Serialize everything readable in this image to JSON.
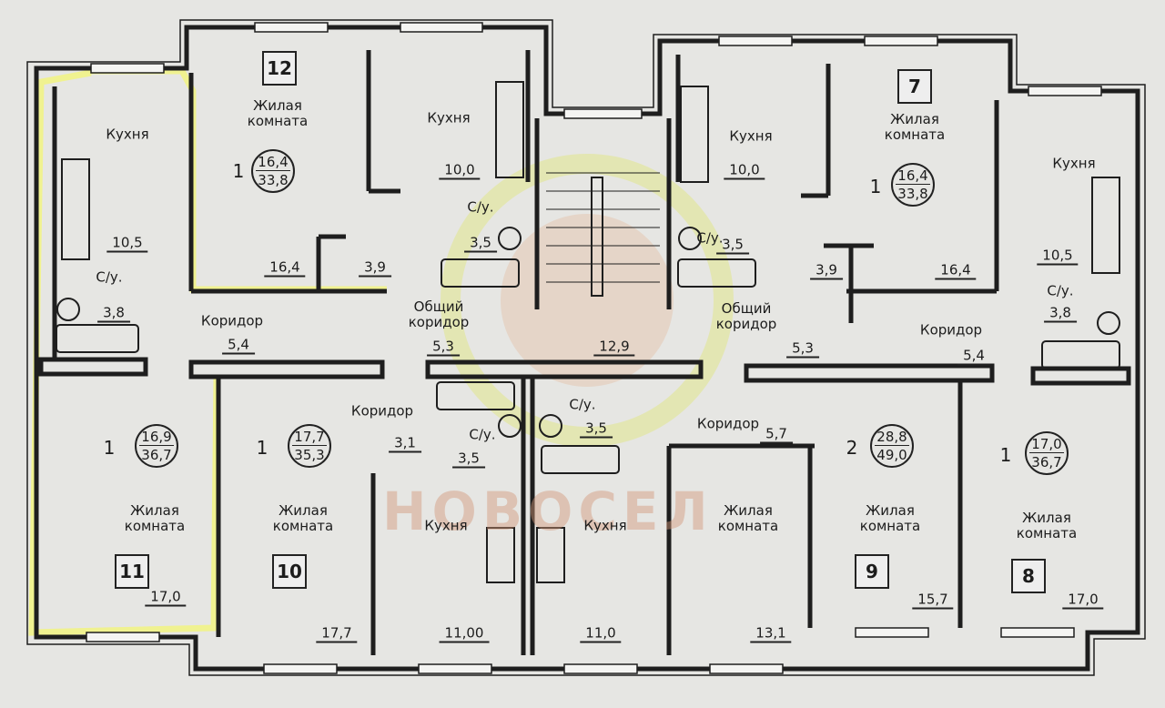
{
  "apartments": [
    {
      "number": "12",
      "rooms": "1",
      "living": "16,4",
      "total": "33,8"
    },
    {
      "number": "11",
      "rooms": "1",
      "living": "16,9",
      "total": "36,7"
    },
    {
      "number": "10",
      "rooms": "1",
      "living": "17,7",
      "total": "35,3"
    },
    {
      "number": "7",
      "rooms": "1",
      "living": "16,4",
      "total": "33,8"
    },
    {
      "number": "9",
      "rooms": "2",
      "living": "28,8",
      "total": "49,0"
    },
    {
      "number": "8",
      "rooms": "1",
      "living": "17,0",
      "total": "36,7"
    }
  ],
  "labels": {
    "kitchen": "Кухня",
    "living_1": "Жилая",
    "living_2": "комната",
    "corridor": "Коридор",
    "bath": "С/у.",
    "common_1": "Общий",
    "common_2": "коридор"
  },
  "areas": {
    "a12_kitchen": "10,0",
    "a12_living": "16,4",
    "a12_corridor": "3,9",
    "a12_bath": "3,5",
    "a11_kitchen": "10,5",
    "a11_bath": "3,8",
    "a11_corridor": "5,4",
    "a11_living": "17,0",
    "a10_corridor": "3,1",
    "a10_bath": "3,5",
    "a10_kitchen": "11,00",
    "a10_living": "17,7",
    "common_left": "5,3",
    "common_stair": "12,9",
    "common_right": "5,3",
    "a7_kitchen": "10,0",
    "a7_bath": "3,5",
    "a7_corridor": "3,9",
    "a7_living": "16,4",
    "a8_kitchen": "10,5",
    "a8_bath": "3,8",
    "a8_corridor": "5,4",
    "a8_living": "17,0",
    "a9_corridor": "5,7",
    "a9_bath": "3,5",
    "a9_kitchen": "11,0",
    "a9_living_a": "13,1",
    "a9_living_b": "15,7"
  },
  "watermark": "НОВОСЕЛ",
  "colors": {
    "wall": "#1e1e1e",
    "highlight": "#f2f57a",
    "paper": "#e6e6e3"
  }
}
